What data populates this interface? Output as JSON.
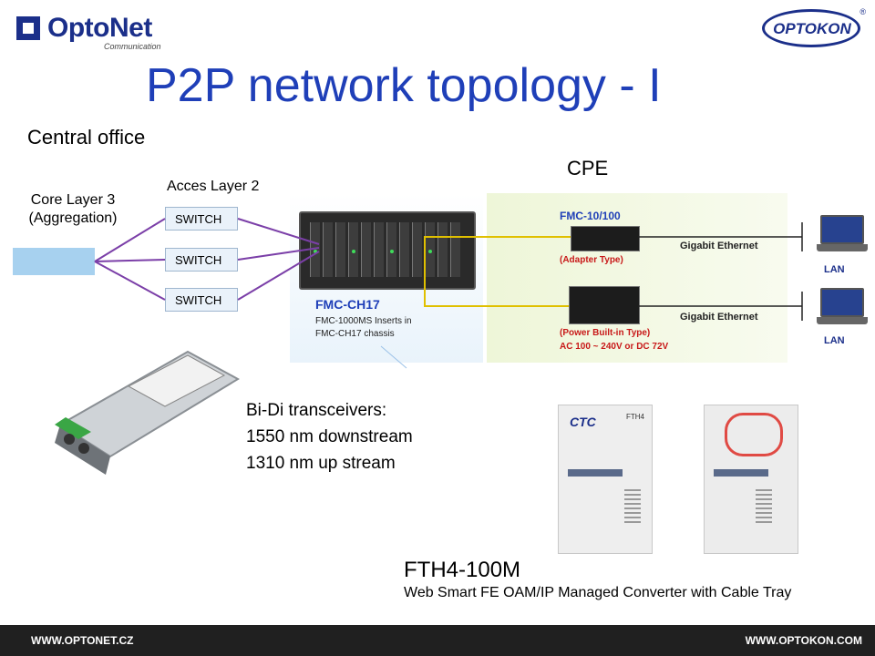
{
  "header": {
    "logo_left": "OptoNet",
    "logo_left_sub": "Communication",
    "logo_right": "OPTOKON",
    "logo_right_mark": "®",
    "title": "P2P network topology - I"
  },
  "central_office": {
    "heading": "Central office",
    "core_line1": "Core Layer 3",
    "core_line2": "(Aggregation)",
    "access_label": "Acces Layer 2",
    "switches": [
      "SWITCH",
      "SWITCH",
      "SWITCH"
    ]
  },
  "chassis": {
    "name": "FMC-CH17",
    "note1": "FMC-1000MS Inserts in",
    "note2": "FMC-CH17 chassis"
  },
  "cpe": {
    "heading": "CPE",
    "model": "FMC-10/100",
    "adapter_type": "(Adapter Type)",
    "power_type": "(Power Built-in Type)",
    "power_spec": "AC 100 ~ 240V or DC 72V",
    "link1": "Gigabit Ethernet",
    "link2": "Gigabit Ethernet",
    "lan1": "LAN",
    "lan2": "LAN"
  },
  "transceivers": {
    "line1": "Bi-Di transceivers:",
    "line2": "1550 nm downstream",
    "line3": "1310 nm up stream"
  },
  "fth": {
    "title": "FTH4-100M",
    "description": "Web Smart FE OAM/IP Managed Converter with Cable Tray",
    "brand": "CTC",
    "model_tag": "FTH4"
  },
  "footer": {
    "left": "WWW.OPTONET.CZ",
    "right": "WWW.OPTOKON.COM"
  },
  "colors": {
    "title": "#1f3fb8",
    "core_box": "#a7d1ef",
    "accent_purple": "#7b3fa8",
    "warning_red": "#c81919"
  }
}
